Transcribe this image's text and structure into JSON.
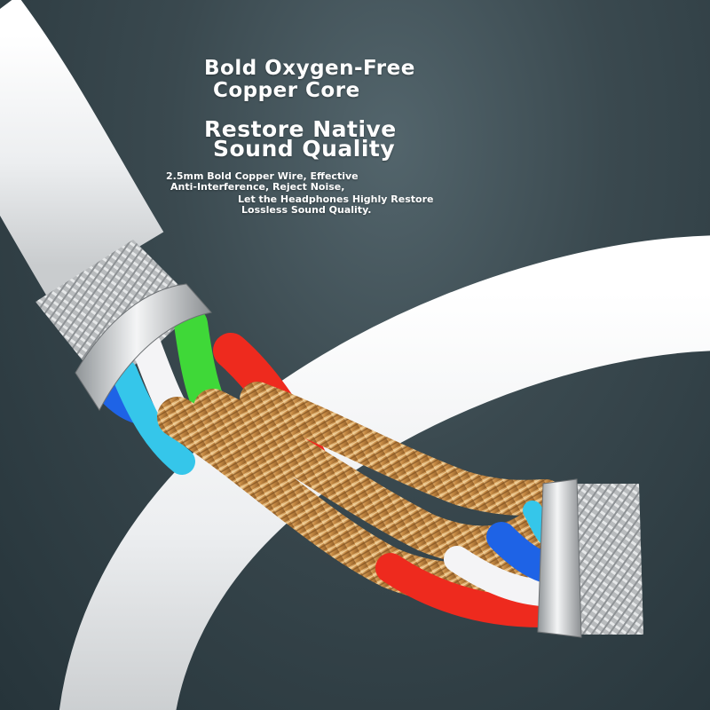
{
  "headline": {
    "line1": "Bold Oxygen-Free",
    "line2": "Copper Core"
  },
  "subheadline": {
    "line1": "Restore Native",
    "line2": "Sound Quality"
  },
  "description": {
    "line1": "2.5mm Bold Copper Wire, Effective",
    "line2": "Anti-Interference, Reject Noise,",
    "line3": "Let the Headphones Highly Restore",
    "line4": "Lossless Sound Quality."
  },
  "colors": {
    "background": "#3a494f",
    "cable_jacket": "#f2f2f2",
    "copper": "#c8904a",
    "wire_red": "#ee2a1e",
    "wire_green": "#3fd838",
    "wire_blue": "#1e63e6",
    "wire_cyan": "#35c6ea",
    "wire_white": "#f4f4f6",
    "braid": "#bfc2c4",
    "metal_ring": "#d7d9db"
  }
}
